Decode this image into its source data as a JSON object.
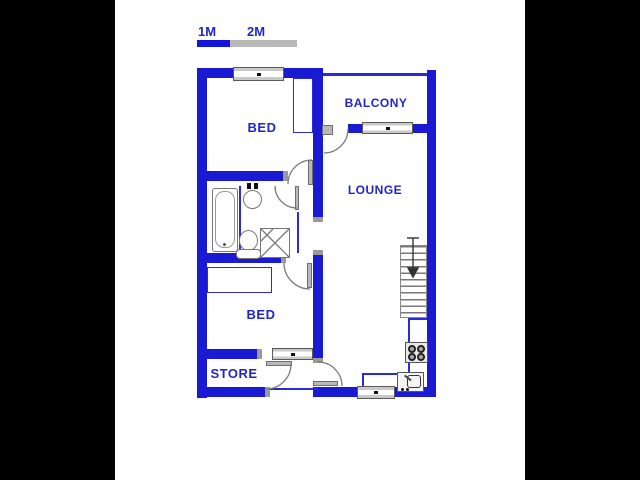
{
  "document": {
    "type": "architectural floor plan",
    "background": "#ffffff",
    "letterbox_color": "#000000"
  },
  "scale_bar": {
    "label_1m": "1M",
    "label_2m": "2M",
    "segment_blue_color": "#1414d8",
    "segment_gray_color": "#b8b8b8"
  },
  "rooms": {
    "bed_top": "BED",
    "balcony": "BALCONY",
    "lounge": "LOUNGE",
    "bed_bottom": "BED",
    "store": "STORE"
  },
  "fixtures": {
    "stairs": {
      "icon": "stairs-icon",
      "direction": "down",
      "steps": 11
    },
    "bathroom": [
      "bathtub-icon",
      "washbasin-icon",
      "toilet-icon",
      "shower-icon"
    ],
    "kitchen": [
      "stove-icon",
      "sink-icon"
    ],
    "windows": 4,
    "door_arcs": 6,
    "cupboards": 2
  },
  "colors": {
    "wall": "#1a1ad2",
    "label_text": "#2125c8",
    "fixture_gray": "#777777"
  }
}
